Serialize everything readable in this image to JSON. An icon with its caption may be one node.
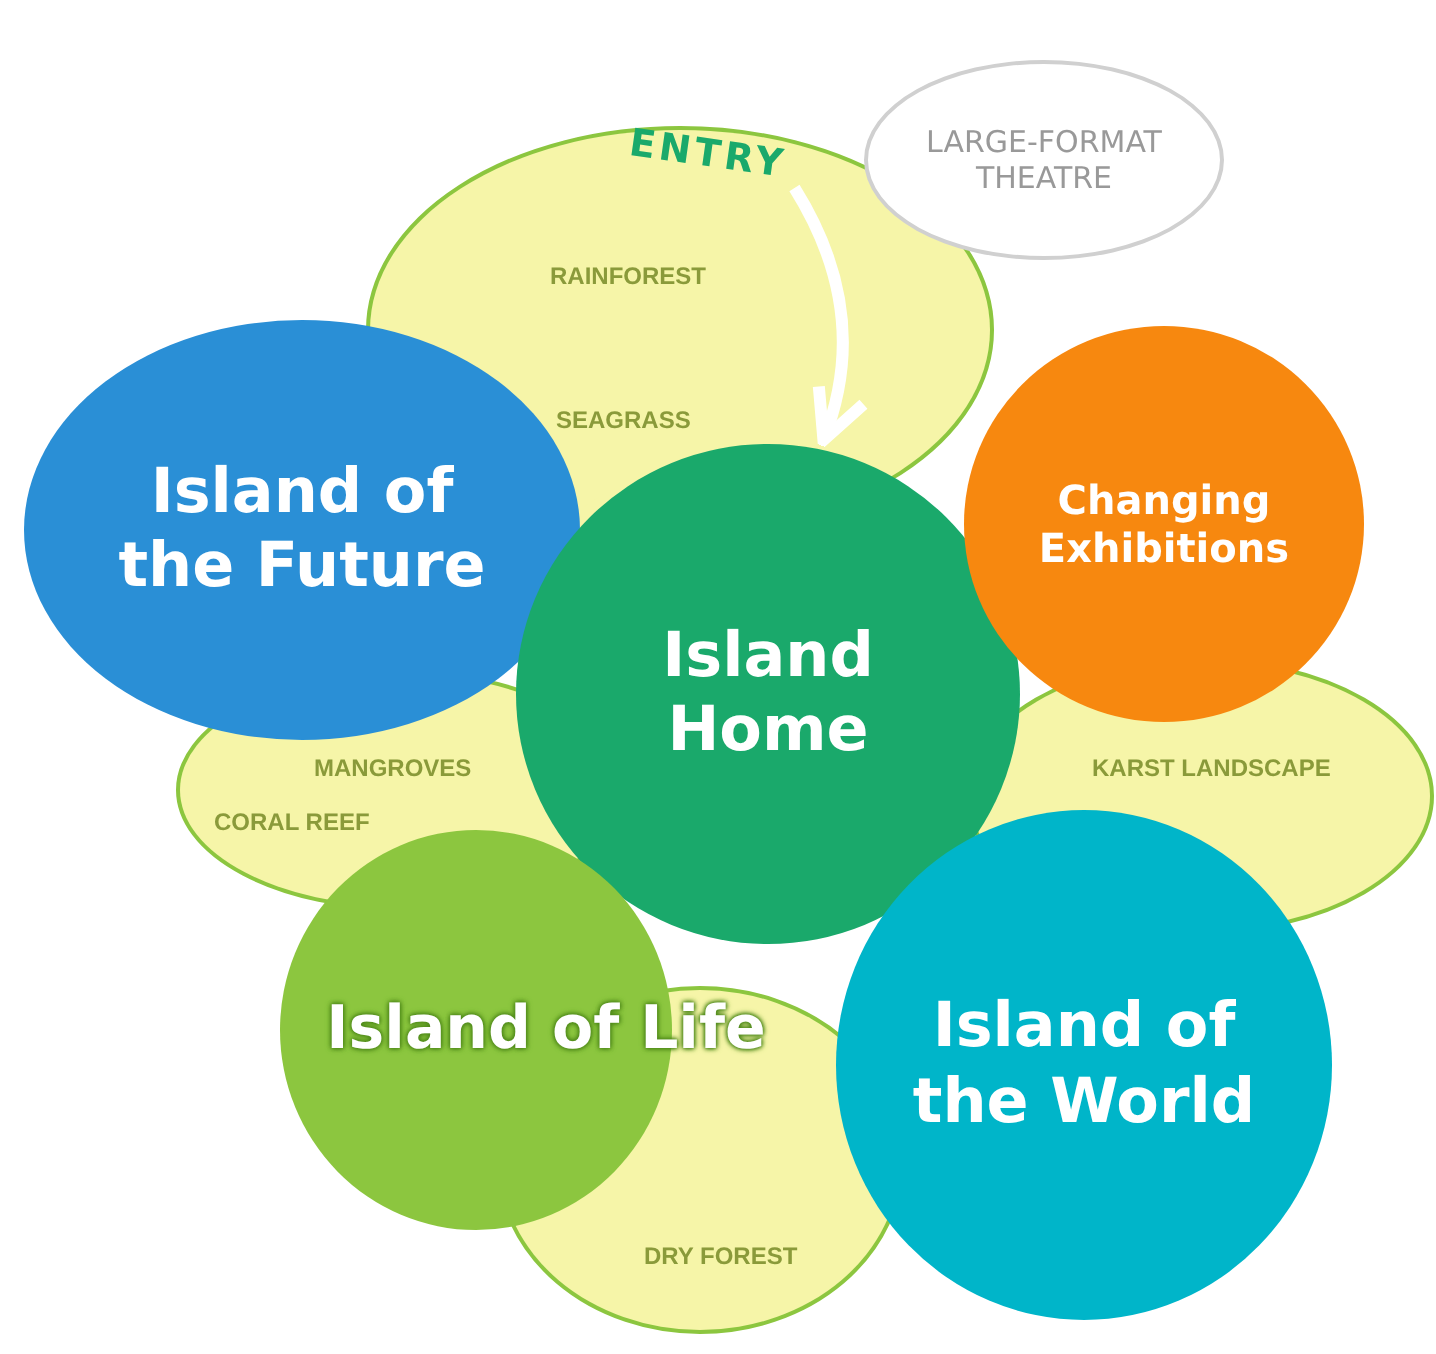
{
  "diagram": {
    "nodes": [
      {
        "text": [
          "LARGE-FORMAT THEATRE"
        ]
      },
      {
        "text": [
          "Island of the Future"
        ]
      },
      {
        "text": [
          "Island Home"
        ]
      },
      {
        "text": [
          "Changing Exhibitions"
        ]
      },
      {
        "text": [
          "Island of Life"
        ]
      },
      {
        "text": [
          "Island of the World"
        ]
      },
      {
        "text": [
          "ENTRY"
        ]
      }
    ],
    "edges": [
      {
        "from": 6,
        "to": 2,
        "arrow": "to"
      }
    ],
    "labels": [
      "RAINFOREST",
      "SEAGRASS",
      "MANGROVES",
      "CORAL REEF",
      "KARST LANDSCAPE",
      "DRY FOREST"
    ]
  }
}
